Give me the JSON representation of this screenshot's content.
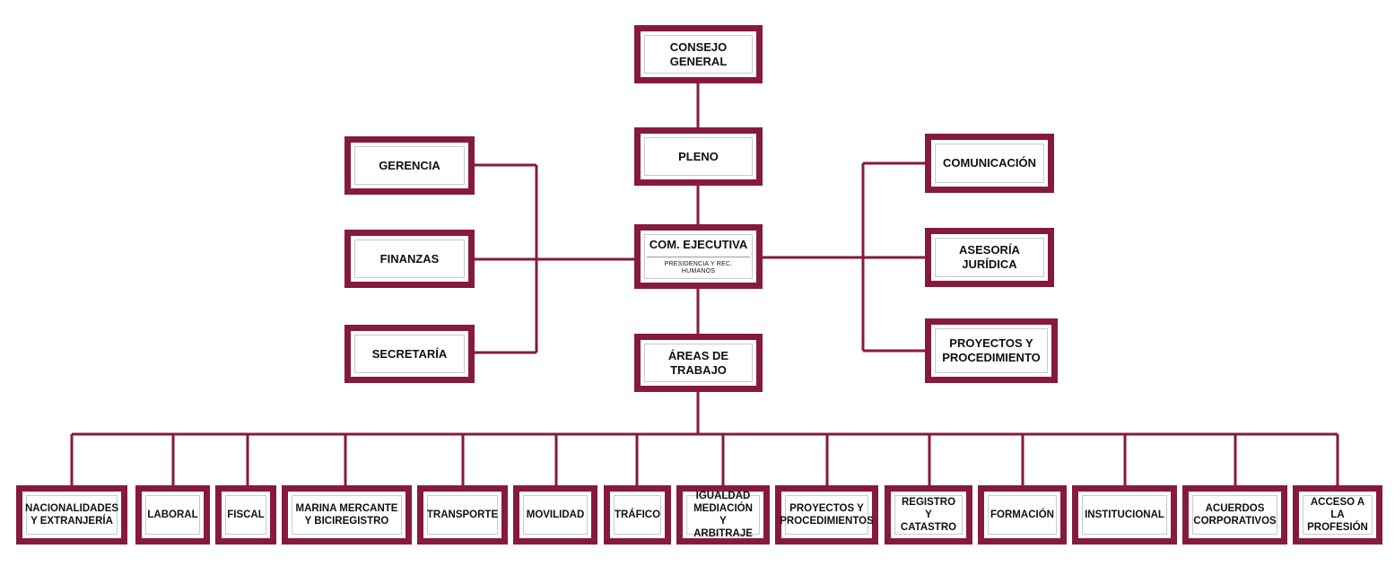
{
  "colors": {
    "accent": "#861a3d",
    "inner_border": "#c9c9c9"
  },
  "top": {
    "consejo": "CONSEJO\nGENERAL",
    "pleno": "PLENO",
    "com_ejecutiva": "COM. EJECUTIVA",
    "com_ejecutiva_sub": "PRESIDENCIA Y REC. HUMANOS",
    "areas": "ÁREAS DE\nTRABAJO"
  },
  "left": {
    "gerencia": "GERENCIA",
    "finanzas": "FINANZAS",
    "secretaria": "SECRETARÍA"
  },
  "right": {
    "comunicacion": "COMUNICACIÓN",
    "asesoria": "ASESORÍA\nJURÍDICA",
    "proyectos": "PROYECTOS Y\nPROCEDIMIENTO"
  },
  "areas": [
    "NACIONALIDADES\nY EXTRANJERÍA",
    "LABORAL",
    "FISCAL",
    "MARINA MERCANTE\nY BICIREGISTRO",
    "TRANSPORTE",
    "MOVILIDAD",
    "TRÁFICO",
    "IGUALDAD\nMEDIACIÓN Y\nARBITRAJE",
    "PROYECTOS Y\nPROCEDIMIENTOS",
    "REGISTRO Y\nCATASTRO",
    "FORMACIÓN",
    "INSTITUCIONAL",
    "ACUERDOS\nCORPORATIVOS",
    "ACCESO A LA\nPROFESIÓN"
  ]
}
